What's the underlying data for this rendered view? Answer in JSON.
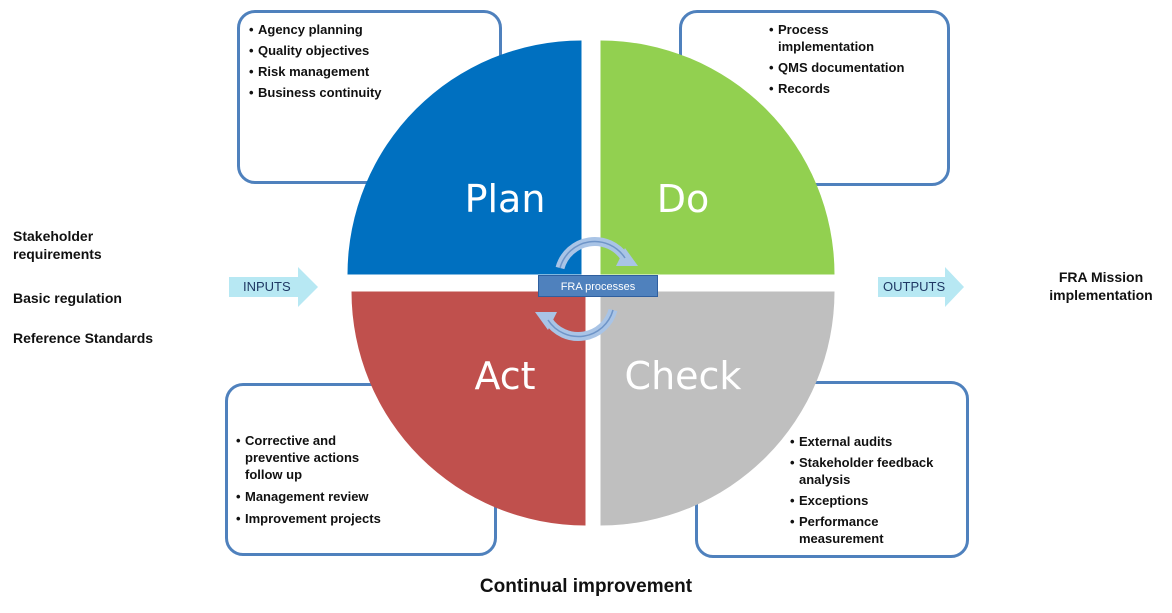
{
  "quadrants": {
    "plan": {
      "label": "Plan",
      "color": "#0070c0"
    },
    "do": {
      "label": "Do",
      "color": "#92d050"
    },
    "check": {
      "label": "Check",
      "color": "#bfbfbf"
    },
    "act": {
      "label": "Act",
      "color": "#c0504d"
    }
  },
  "center_label": "FRA processes",
  "boxes": {
    "plan_box": {
      "items": [
        "Agency planning",
        "Quality objectives",
        "Risk management",
        "Business continuity"
      ]
    },
    "do_box": {
      "items": [
        "Process implementation",
        "QMS documentation",
        "Records"
      ]
    },
    "act_box": {
      "items": [
        "Corrective and preventive actions follow up",
        "Management review",
        "Improvement projects"
      ]
    },
    "check_box": {
      "items": [
        "External audits",
        "Stakeholder feedback analysis",
        "Exceptions",
        "Performance measurement"
      ]
    }
  },
  "inputs": {
    "arrow_label": "INPUTS",
    "items": [
      "Stakeholder requirements",
      "Basic regulation",
      "Reference Standards"
    ]
  },
  "outputs": {
    "arrow_label": "OUTPUTS",
    "text": "FRA Mission implementation"
  },
  "footer": "Continual improvement",
  "colors": {
    "box_border": "#4f81bd",
    "arrow_fill": "#b7e8f3"
  }
}
